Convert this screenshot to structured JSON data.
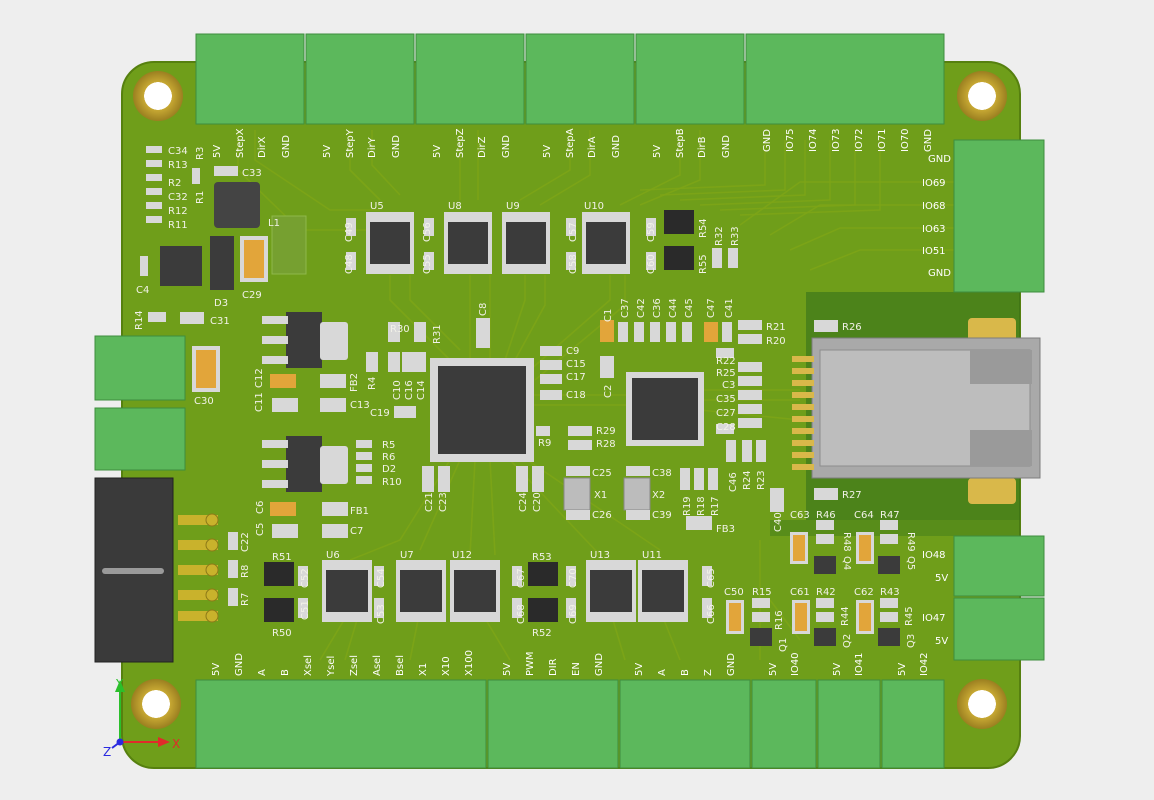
{
  "colors": {
    "pcb": "#6f9e1a",
    "pcb_dark": "#5f8c12",
    "terminal": "#5cb85c",
    "chip": "#3b3b3b",
    "pin": "#d8d8d8",
    "pad": "#c9b22c",
    "hole": "#a08a28"
  },
  "top_terminals": {
    "pins": [
      [
        "5V",
        "StepX",
        "DirX",
        "GND"
      ],
      [
        "5V",
        "StepY",
        "DirY",
        "GND"
      ],
      [
        "5V",
        "StepZ",
        "DirZ",
        "GND"
      ],
      [
        "5V",
        "StepA",
        "DirA",
        "GND"
      ],
      [
        "5V",
        "StepB",
        "DirB",
        "GND"
      ],
      [
        "GND",
        "IO75",
        "IO74",
        "IO73",
        "IO72",
        "IO71",
        "IO70",
        "GND"
      ]
    ]
  },
  "right_terminal": {
    "pins": [
      "GND",
      "IO69",
      "IO68",
      "IO63",
      "IO51",
      "GND"
    ]
  },
  "right_small_terminals": [
    [
      "IO48",
      "5V"
    ],
    [
      "IO47",
      "5V"
    ]
  ],
  "bottom_terminals": {
    "pins": [
      [
        "5V",
        "GND",
        "A",
        "B",
        "Xsel",
        "Ysel",
        "Zsel",
        "Asel",
        "Bsel",
        "X1",
        "X10",
        "X100"
      ],
      [
        "5V",
        "PWM",
        "DIR",
        "EN",
        "GND"
      ],
      [
        "5V",
        "A",
        "B",
        "Z",
        "GND"
      ],
      [
        "5V",
        "IO40"
      ],
      [
        "5V",
        "IO41"
      ],
      [
        "5V",
        "IO42"
      ]
    ]
  },
  "chips": [
    {
      "ref": "U5"
    },
    {
      "ref": "U8"
    },
    {
      "ref": "U9"
    },
    {
      "ref": "U10"
    },
    {
      "ref": "U6"
    },
    {
      "ref": "U7"
    },
    {
      "ref": "U12"
    },
    {
      "ref": "U13"
    },
    {
      "ref": "U11"
    }
  ],
  "refdes": {
    "C34": "C34",
    "R13": "R13",
    "R2": "R2",
    "C32": "C32",
    "R12": "R12",
    "R11": "R11",
    "R3": "R3",
    "R1": "R1",
    "C33": "C33",
    "L1": "L1",
    "C4": "C4",
    "D3": "D3",
    "C29": "C29",
    "R14": "R14",
    "C31": "C31",
    "C30": "C30",
    "C11": "C11",
    "C12": "C12",
    "FB2": "FB2",
    "R4": "R4",
    "C13": "C13",
    "R5": "R5",
    "R6": "R6",
    "D2": "D2",
    "R10": "R10",
    "C6": "C6",
    "C5": "C5",
    "FB1": "FB1",
    "C7": "C7",
    "C22": "C22",
    "R8": "R8",
    "R7": "R7",
    "C49": "C49",
    "C48": "C48",
    "C56": "C56",
    "C55": "C55",
    "C57": "C57",
    "C58": "C58",
    "C59": "C59",
    "C60": "C60",
    "R54": "R54",
    "R55": "R55",
    "R32": "R32",
    "R33": "R33",
    "R30": "R30",
    "R31": "R31",
    "C8": "C8",
    "C10": "C10",
    "C16": "C16",
    "C14": "C14",
    "C19": "C19",
    "C9": "C9",
    "C15": "C15",
    "C17": "C17",
    "C18": "C18",
    "R9": "R9",
    "R29": "R29",
    "R28": "R28",
    "C21": "C21",
    "C23": "C23",
    "C24": "C24",
    "C20": "C20",
    "C25": "C25",
    "X1": "X1",
    "C26": "C26",
    "C38": "C38",
    "X2": "X2",
    "C39": "C39",
    "C1": "C1",
    "C2": "C2",
    "C37": "C37",
    "C42": "C42",
    "C36": "C36",
    "C44": "C44",
    "C45": "C45",
    "C47": "C47",
    "C41": "C41",
    "R21": "R21",
    "R20": "R20",
    "R22": "R22",
    "R25": "R25",
    "C3": "C3",
    "C35": "C35",
    "C27": "C27",
    "C28": "C28",
    "R26": "R26",
    "R27": "R27",
    "C46": "C46",
    "R24": "R24",
    "R23": "R23",
    "C40": "C40",
    "R19": "R19",
    "R18": "R18",
    "R17": "R17",
    "FB3": "FB3",
    "R51": "R51",
    "C52": "C52",
    "C51": "C51",
    "R50": "R50",
    "C54": "C54",
    "C53": "C53",
    "R53": "R53",
    "C67": "C67",
    "C70": "C70",
    "C68": "C68",
    "C69": "C69",
    "R52": "R52",
    "C65": "C65",
    "C66": "C66",
    "C63": "C63",
    "R46": "R46",
    "R48": "R48",
    "Q4": "Q4",
    "C64": "C64",
    "R47": "R47",
    "R49": "R49",
    "Q5": "Q5",
    "C50": "C50",
    "R15": "R15",
    "R16": "R16",
    "Q1": "Q1",
    "C61": "C61",
    "R42": "R42",
    "R44": "R44",
    "Q2": "Q2",
    "C62": "C62",
    "R43": "R43",
    "R45": "R45",
    "Q3": "Q3"
  },
  "axes": {
    "x": "X",
    "y": "Y",
    "z": "Z"
  }
}
